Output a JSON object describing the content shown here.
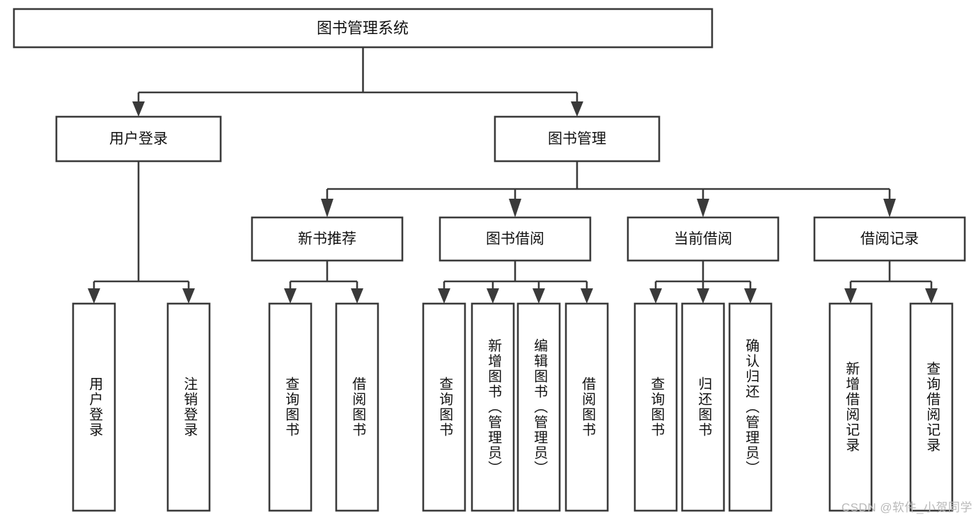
{
  "diagram": {
    "type": "tree",
    "title": "图书管理系统",
    "watermark": "CSDN @软件_小贺同学",
    "colors": {
      "box_stroke": "#3a3a3a",
      "box_fill": "#ffffff",
      "text": "#111111",
      "background": "#ffffff",
      "watermark": "#b9b9b9"
    },
    "root": {
      "label": "图书管理系统"
    },
    "level2": [
      {
        "label": "用户登录"
      },
      {
        "label": "图书管理"
      }
    ],
    "level3": [
      {
        "label": "新书推荐"
      },
      {
        "label": "图书借阅"
      },
      {
        "label": "当前借阅"
      },
      {
        "label": "借阅记录"
      }
    ],
    "leaves": {
      "user_login": [
        {
          "label": "用户登录"
        },
        {
          "label": "注销登录"
        }
      ],
      "new_book_recommend": [
        {
          "label": "查询图书"
        },
        {
          "label": "借阅图书"
        }
      ],
      "book_borrow": [
        {
          "label": "查询图书"
        },
        {
          "label": "新增图书（管理员）"
        },
        {
          "label": "编辑图书（管理员）"
        },
        {
          "label": "借阅图书"
        }
      ],
      "current_borrow": [
        {
          "label": "查询图书"
        },
        {
          "label": "归还图书"
        },
        {
          "label": "确认归还（管理员）"
        }
      ],
      "borrow_record": [
        {
          "label": "新增借阅记录"
        },
        {
          "label": "查询借阅记录"
        }
      ]
    }
  }
}
